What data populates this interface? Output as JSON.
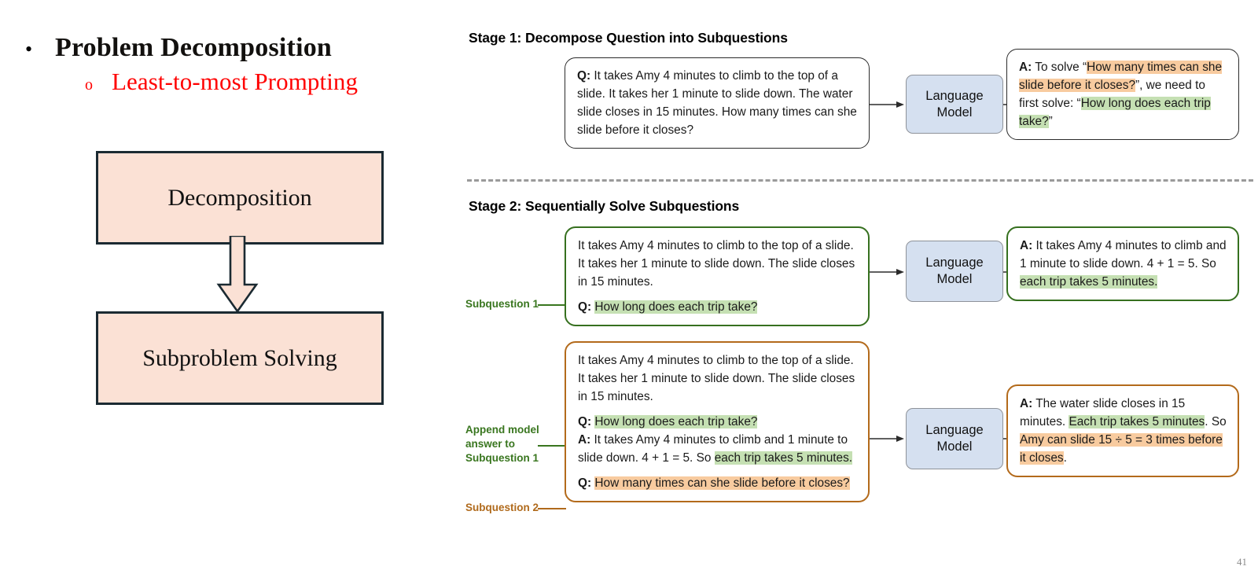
{
  "slide": {
    "page_number": "41"
  },
  "outline": {
    "level1": {
      "bullet_glyph": "•",
      "text": "Problem Decomposition"
    },
    "level2": {
      "bullet_glyph": "o",
      "text": "Least-to-most Prompting"
    }
  },
  "flow": {
    "box_top_label": "Decomposition",
    "box_bottom_label": "Subproblem Solving",
    "box_fill": "#FBE1D5",
    "box_border": "#1B2A32"
  },
  "colors": {
    "highlight_green": "#C5E0B3",
    "highlight_orange": "#F8CB9F",
    "lm_fill": "#D5E0F0",
    "lm_border": "#8E9299",
    "green_border": "#36701F",
    "orange_border": "#B36A1B",
    "label_green": "#39761F",
    "label_orange": "#B06A1C",
    "accent_red": "#FF0000"
  },
  "stage1": {
    "title": "Stage 1: Decompose Question into Subquestions",
    "question_prefix": "Q:",
    "question_text": " It takes Amy 4 minutes to climb to the top of a slide. It takes her 1 minute to slide down. The water slide closes in 15 minutes. How many times can she slide before it closes?",
    "model_label": "Language\nModel",
    "answer_prefix": "A:",
    "answer_segments": [
      {
        "text": " To solve “",
        "highlight": "none"
      },
      {
        "text": "How many times can she slide before it closes?",
        "highlight": "orange"
      },
      {
        "text": "”, we need to first solve: “",
        "highlight": "none"
      },
      {
        "text": "How long does each trip take?",
        "highlight": "green"
      },
      {
        "text": "”",
        "highlight": "none"
      }
    ]
  },
  "stage2": {
    "title": "Stage 2: Sequentially Solve Subquestions",
    "model_label": "Language\nModel",
    "row1": {
      "side_label": "Subquestion 1",
      "side_label_color": "green",
      "context_text": "It takes Amy 4 minutes to climb to the top of a slide. It takes her 1 minute to slide down. The slide closes in 15 minutes.",
      "question_prefix": "Q:",
      "question_text": "How long does each trip take?",
      "question_highlight": "green",
      "answer_prefix": "A:",
      "answer_segments": [
        {
          "text": " It takes Amy 4 minutes to climb and 1 minute to slide down. 4 + 1 = 5. So ",
          "highlight": "none"
        },
        {
          "text": "each trip takes 5 minutes.",
          "highlight": "green"
        }
      ]
    },
    "row2": {
      "side_label_append": "Append model\nanswer to\nSubquestion 1",
      "side_label_append_color": "green",
      "side_label_sq2": "Subquestion 2",
      "side_label_sq2_color": "orange",
      "context_text": "It takes Amy 4 minutes to climb to the top of a slide. It takes her 1 minute to slide down. The slide closes in 15 minutes.",
      "q1_prefix": "Q:",
      "q1_text": "How long does each trip take?",
      "a1_prefix": "A:",
      "a1_segments": [
        {
          "text": " It takes Amy 4 minutes to climb and 1 minute to slide down. 4 + 1 = 5. So ",
          "highlight": "none"
        },
        {
          "text": "each trip takes 5 minutes.",
          "highlight": "green"
        }
      ],
      "q2_prefix": "Q:",
      "q2_text": "How many times can she slide before it closes?",
      "answer_prefix": "A:",
      "answer_segments": [
        {
          "text": " The water slide closes in 15 minutes. ",
          "highlight": "none"
        },
        {
          "text": "Each trip takes 5 minutes",
          "highlight": "green"
        },
        {
          "text": ". So ",
          "highlight": "none"
        },
        {
          "text": "Amy can slide 15 ÷ 5 = 3 times before it closes",
          "highlight": "orange"
        },
        {
          "text": ".",
          "highlight": "none"
        }
      ]
    }
  }
}
